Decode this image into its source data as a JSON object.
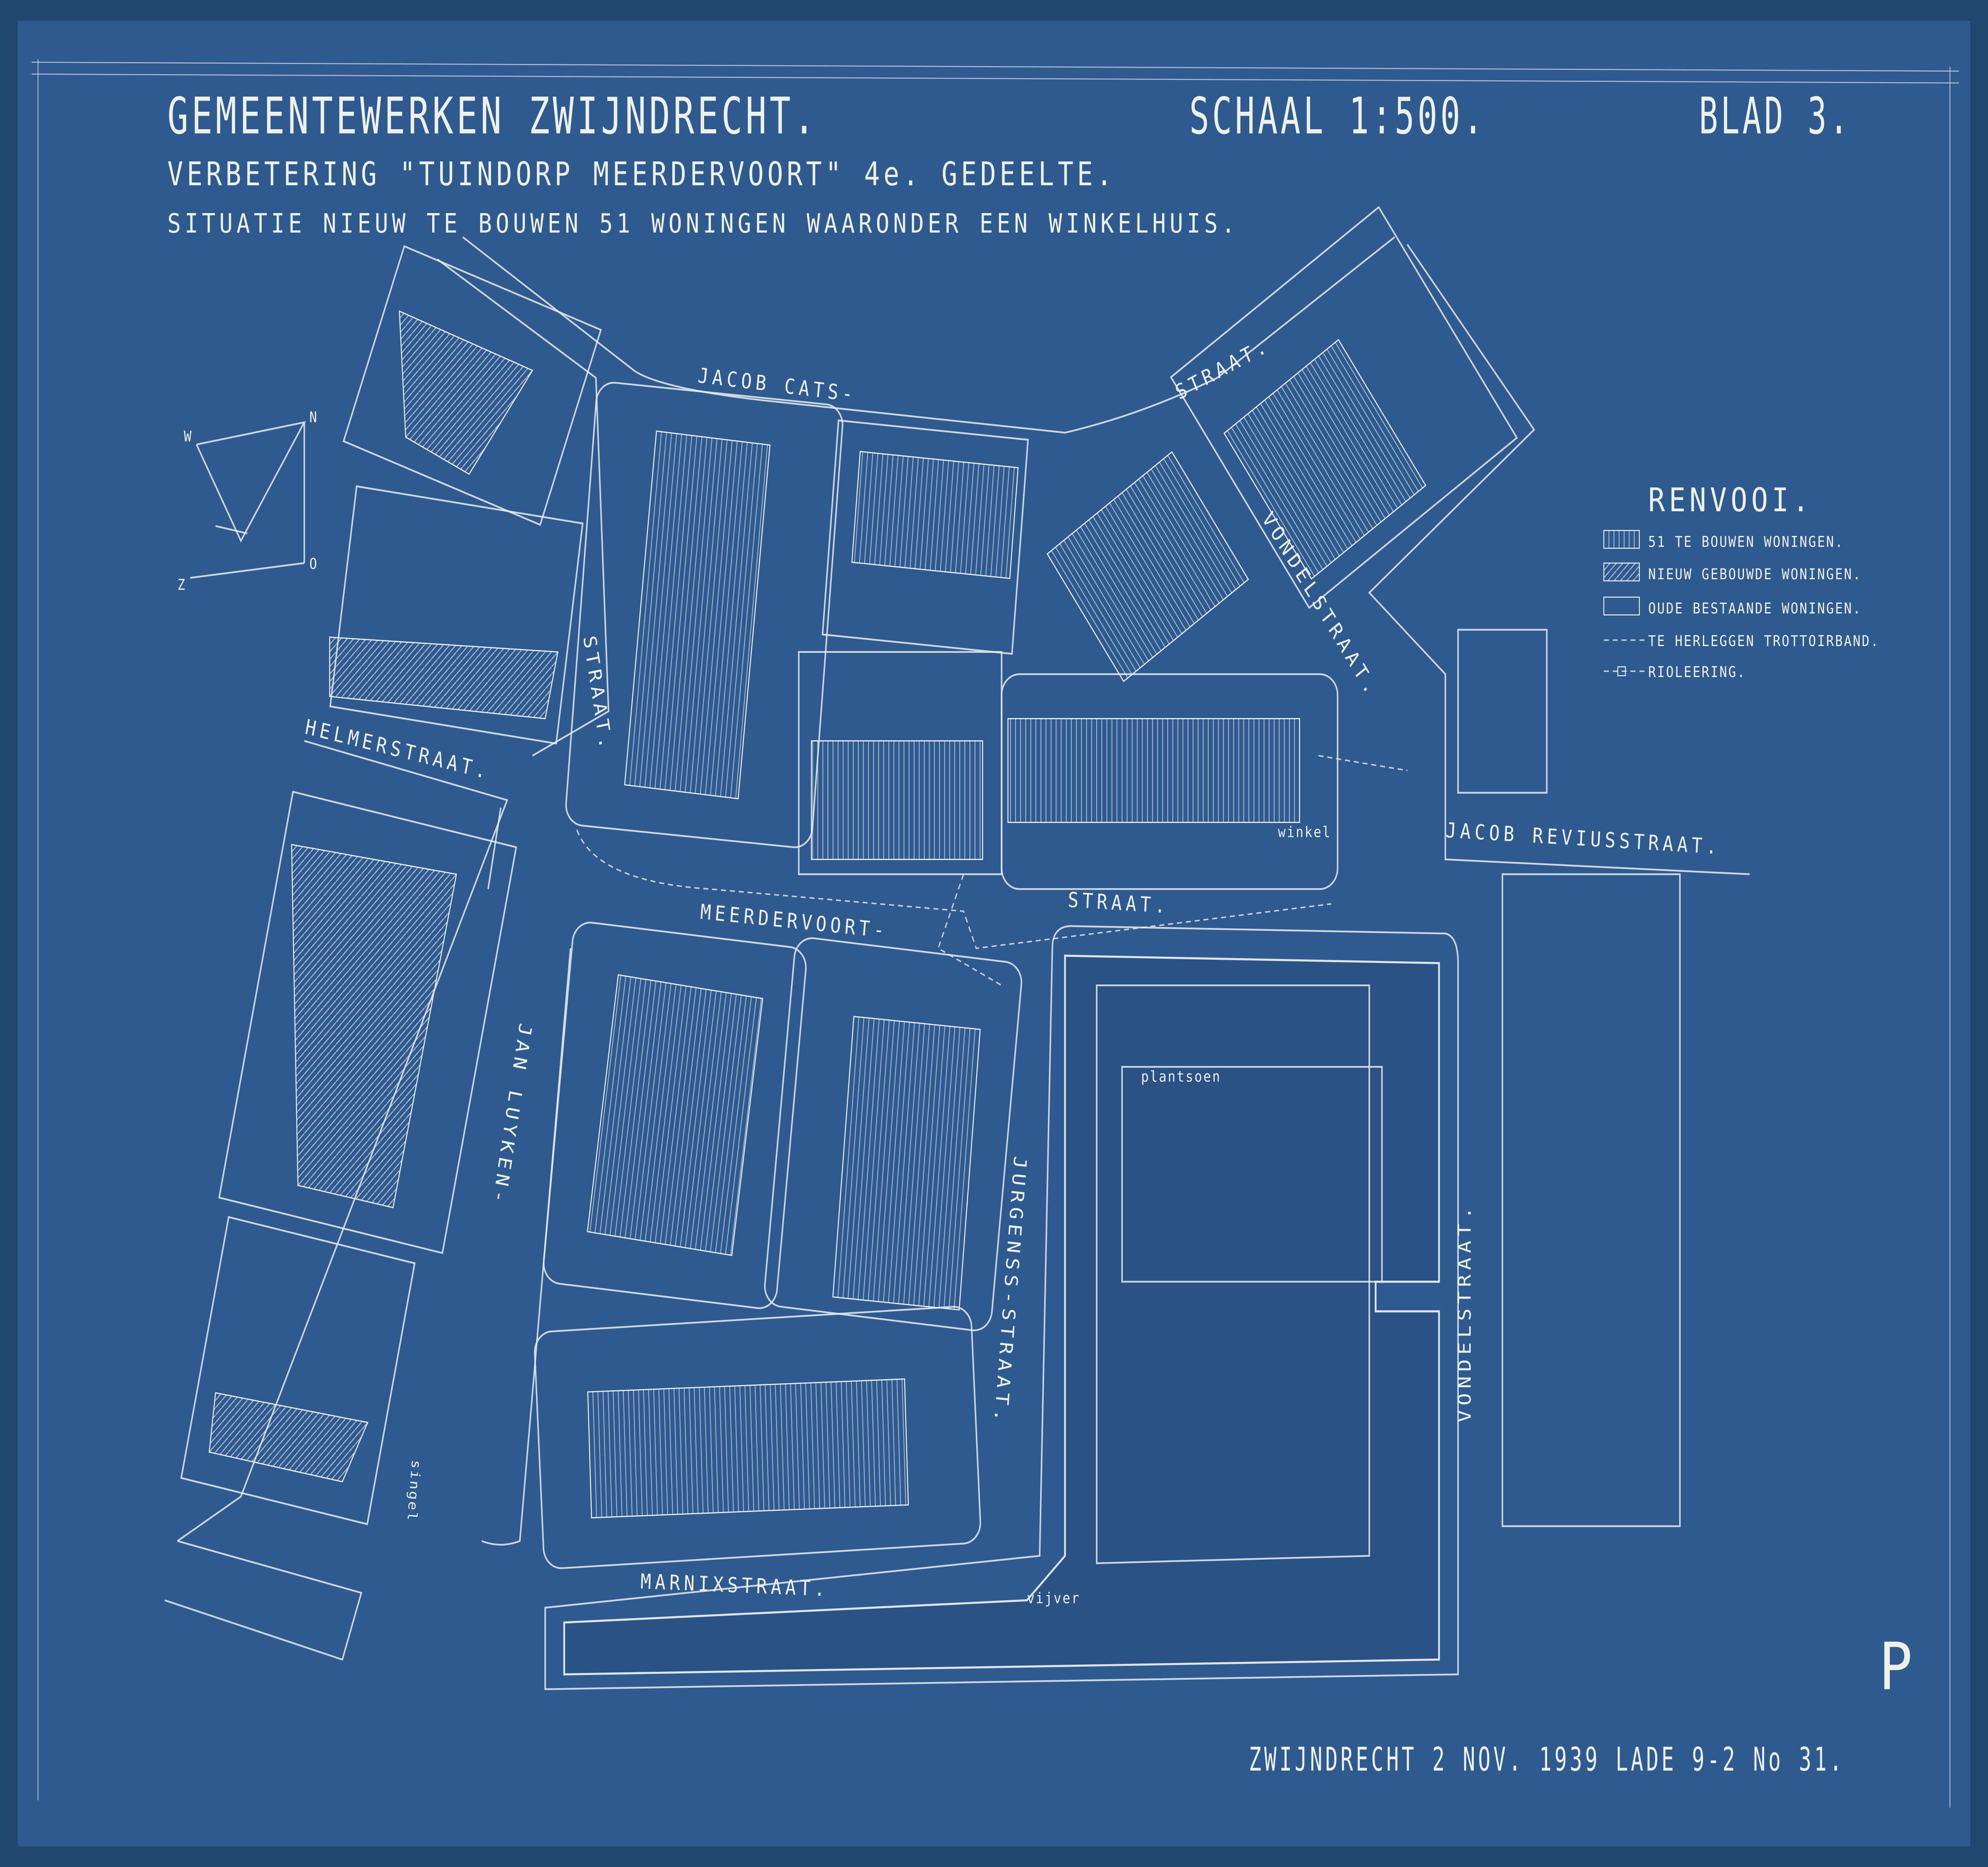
{
  "header": {
    "title": "GEMEENTEWERKEN ZWIJNDRECHT.",
    "scale": "SCHAAL 1:500.",
    "sheet": "BLAD 3.",
    "subtitle": "VERBETERING \"TUINDORP MEERDERVOORT\" 4e. GEDEELTE.",
    "description": "SITUATIE NIEUW TE BOUWEN 51 WONINGEN WAARONDER EEN WINKELHUIS."
  },
  "compass": {
    "w": "W",
    "n": "N",
    "z": "Z",
    "o": "O"
  },
  "legend": {
    "title": "RENVOOI.",
    "items": [
      {
        "label": "51 TE BOUWEN WONINGEN."
      },
      {
        "label": "NIEUW GEBOUWDE WONINGEN."
      },
      {
        "label": "OUDE BESTAANDE WONINGEN."
      },
      {
        "label": "TE HERLEGGEN TROTTOIRBAND."
      },
      {
        "label": "RIOLEERING."
      }
    ]
  },
  "streets": {
    "jacob_cats": "JACOB CATS-",
    "straat_ne": "STRAAT.",
    "straat_w": "STRAAT.",
    "helmerstraat": "HELMERSTRAAT.",
    "meerdervoort": "MEERDERVOORT-",
    "straat_s": "STRAAT.",
    "vondelstraat_n": "VONDELSTRAAT.",
    "vondelstraat_s": "VONDELSTRAAT.",
    "jacob_revius": "JACOB REVIUSSTRAAT.",
    "jan_luyken": "JAN LUYKEN-",
    "jurgenss": "JURGENSS-STRAAT.",
    "marnixstraat": "MARNIXSTRAAT.",
    "plantsoen": "plantsoen",
    "vijver": "vijver",
    "singel": "singel",
    "winkel": "winkel"
  },
  "footer": {
    "text": "ZWIJNDRECHT 2 NOV. 1939 LADE 9-2 No 31.",
    "mark": "P"
  },
  "colors": {
    "paper": "#2f5a8f",
    "ink": "#eef1ea"
  }
}
